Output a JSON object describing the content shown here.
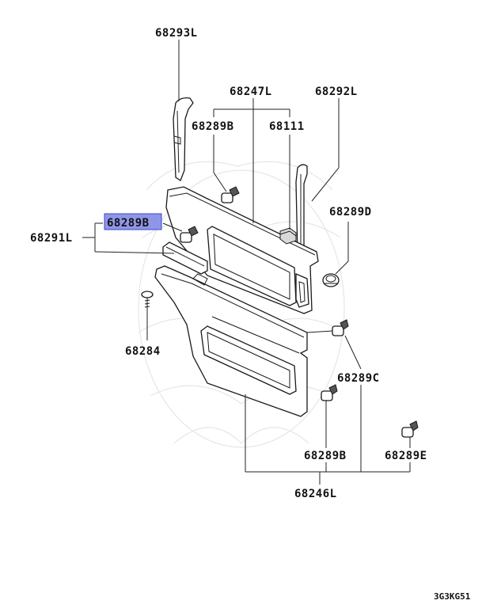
{
  "diagram": {
    "highlight_color": "#8f96e8",
    "parts": {
      "p68293L": "68293L",
      "p68247L": "68247L",
      "p68292L": "68292L",
      "p68289B_top": "68289B",
      "p68111": "68111",
      "p68289D": "68289D",
      "p68289B_highlighted": "68289B",
      "p68291L": "68291L",
      "p68284": "68284",
      "p68289C": "68289C",
      "p68289B_bottom": "68289B",
      "p68289E": "68289E",
      "p68246L": "68246L"
    },
    "figure_code": "3G3KG51"
  }
}
